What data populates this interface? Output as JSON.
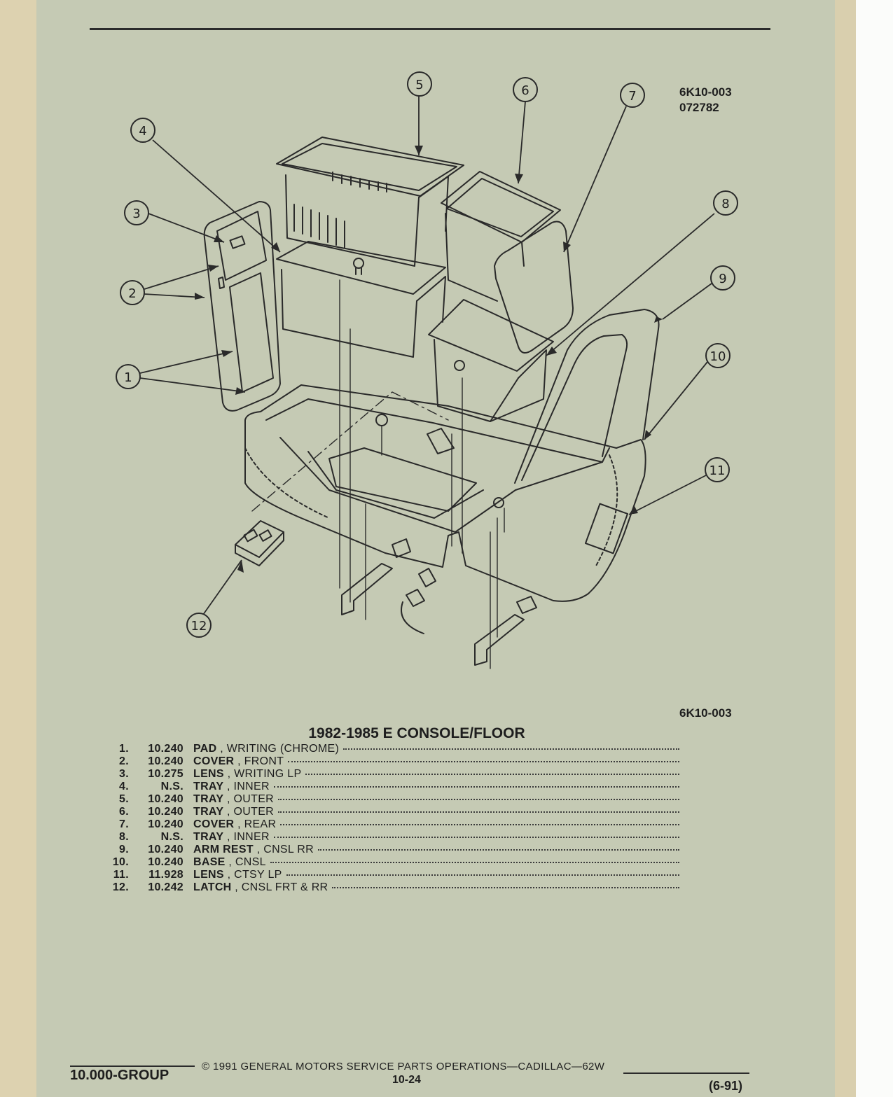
{
  "figure": {
    "code": "6K10-003",
    "date_code": "072782",
    "code_bottom": "6K10-003"
  },
  "callouts": [
    "1",
    "2",
    "3",
    "4",
    "5",
    "6",
    "7",
    "8",
    "9",
    "10",
    "11",
    "12"
  ],
  "title": "1982-1985 E CONSOLE/FLOOR",
  "parts": [
    {
      "num": "1.",
      "group": "10.240",
      "name": "PAD",
      "desc": ", WRITING (CHROME)"
    },
    {
      "num": "2.",
      "group": "10.240",
      "name": "COVER",
      "desc": ", FRONT"
    },
    {
      "num": "3.",
      "group": "10.275",
      "name": "LENS",
      "desc": ", WRITING LP"
    },
    {
      "num": "4.",
      "group": "N.S.",
      "name": "TRAY",
      "desc": ", INNER"
    },
    {
      "num": "5.",
      "group": "10.240",
      "name": "TRAY",
      "desc": ", OUTER"
    },
    {
      "num": "6.",
      "group": "10.240",
      "name": "TRAY",
      "desc": ", OUTER"
    },
    {
      "num": "7.",
      "group": "10.240",
      "name": "COVER",
      "desc": ", REAR"
    },
    {
      "num": "8.",
      "group": "N.S.",
      "name": "TRAY",
      "desc": ", INNER"
    },
    {
      "num": "9.",
      "group": "10.240",
      "name": "ARM REST",
      "desc": ", CNSL RR"
    },
    {
      "num": "10.",
      "group": "10.240",
      "name": "BASE",
      "desc": ", CNSL"
    },
    {
      "num": "11.",
      "group": "11.928",
      "name": "LENS",
      "desc": ", CTSY LP"
    },
    {
      "num": "12.",
      "group": "10.242",
      "name": "LATCH",
      "desc": ", CNSL FRT & RR"
    }
  ],
  "footer": {
    "group": "10.000-GROUP",
    "copyright": "© 1991  GENERAL MOTORS SERVICE PARTS OPERATIONS—CADILLAC—62W",
    "page": "10-24",
    "date": "(6-91)"
  },
  "colors": {
    "paper": "#c5cab4",
    "margin": "#ddd2b0",
    "ink": "#1e1e1e"
  }
}
